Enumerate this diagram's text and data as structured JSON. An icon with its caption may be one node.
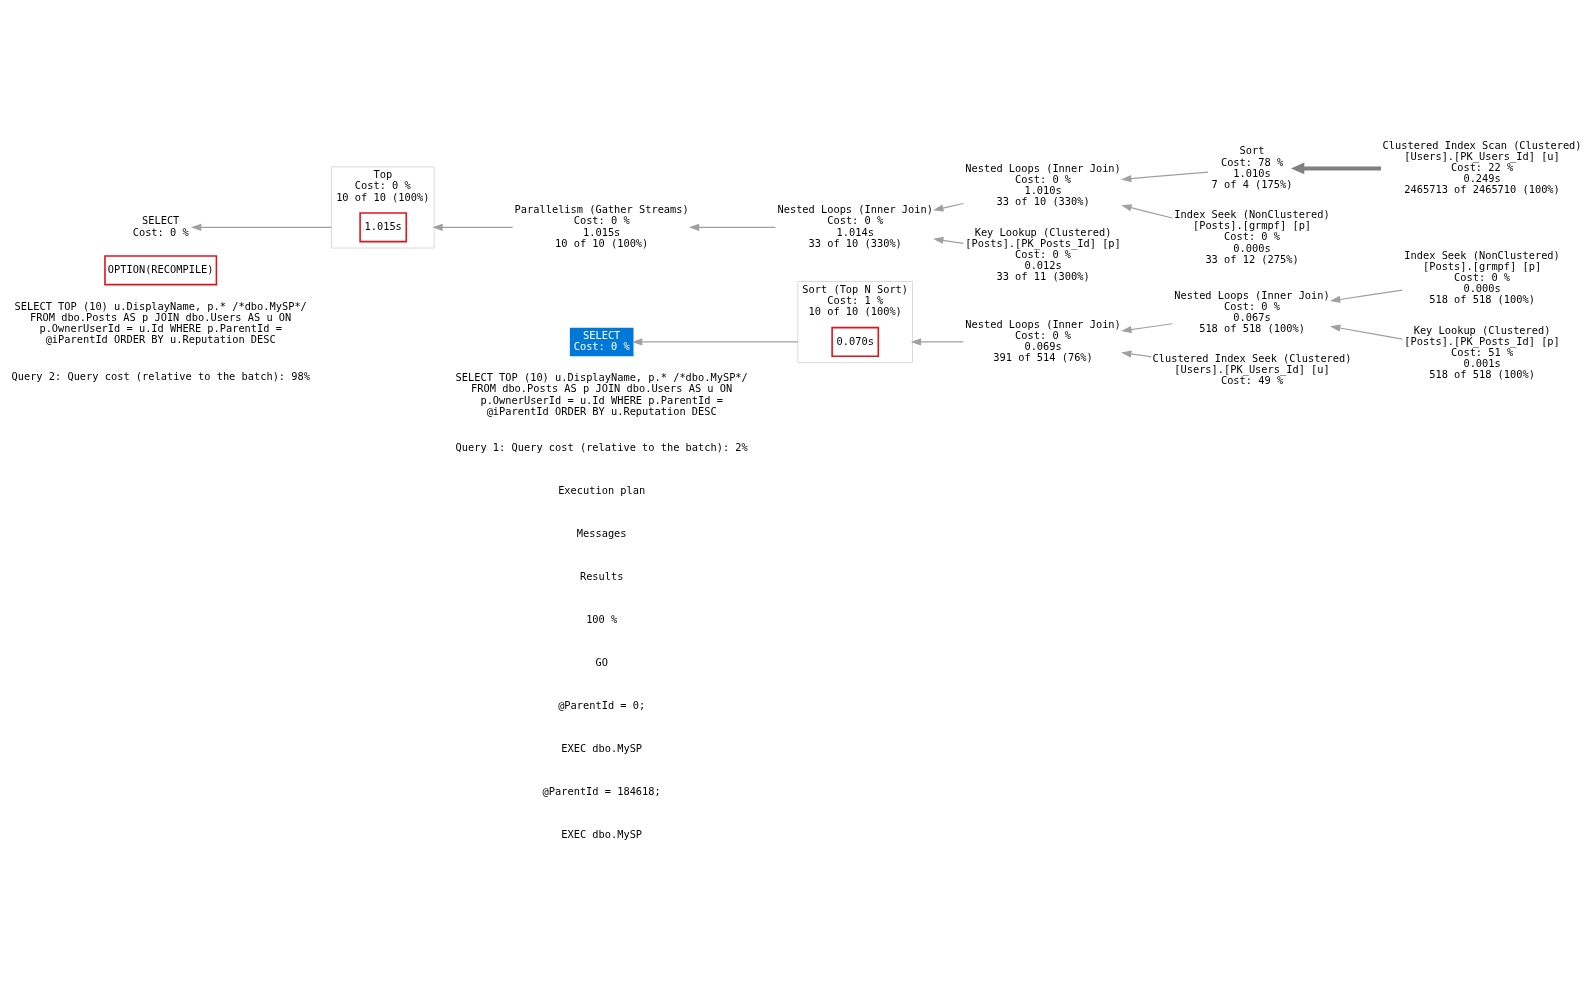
{
  "diagram": {
    "nodes": [
      {
        "text": [
          "SELECT",
          "Cost: 0 %"
        ]
      },
      {
        "text": [
          "Sort (Top N Sort)",
          "Cost: 1 %",
          "10 of 10 (100%)"
        ]
      },
      {
        "text": [
          "0.070s"
        ],
        "in": 1
      },
      {
        "text": [
          "Nested Loops (Inner Join)",
          "Cost: 0 %",
          "0.069s",
          "391 of 514 (76%)"
        ]
      },
      {
        "text": [
          "Nested Loops (Inner Join)",
          "Cost: 0 %",
          "0.067s",
          "518 of 518 (100%)"
        ]
      },
      {
        "text": [
          "Index Seek (NonClustered)",
          "[Posts].[grmpf] [p]",
          "Cost: 0 %",
          "0.000s",
          "518 of 518 (100%)"
        ]
      },
      {
        "text": [
          "Key Lookup (Clustered)",
          "[Posts].[PK_Posts_Id] [p]",
          "Cost: 51 %",
          "0.001s",
          "518 of 518 (100%)"
        ]
      },
      {
        "text": [
          "Clustered Index Seek (Clustered)",
          "[Users].[PK_Users_Id] [u]",
          "Cost: 49 %"
        ]
      },
      {
        "text": [
          "OPTION(RECOMPILE)"
        ]
      },
      {
        "text": [
          "SELECT",
          "Cost: 0 %"
        ]
      },
      {
        "text": [
          "Top",
          "Cost: 0 %",
          "10 of 10 (100%)"
        ]
      },
      {
        "text": [
          "1.015s"
        ],
        "in": 10
      },
      {
        "text": [
          "Parallelism (Gather Streams)",
          "Cost: 0 %",
          "1.015s",
          "10 of 10 (100%)"
        ]
      },
      {
        "text": [
          "Nested Loops (Inner Join)",
          "Cost: 0 %",
          "1.014s",
          "33 of 10 (330%)"
        ]
      },
      {
        "text": [
          "Nested Loops (Inner Join)",
          "Cost: 0 %",
          "1.010s",
          "33 of 10 (330%)"
        ]
      },
      {
        "text": [
          "Sort",
          "Cost: 78 %",
          "1.010s",
          "7 of 4 (175%)"
        ]
      },
      {
        "text": [
          "Clustered Index Scan (Clustered)",
          "[Users].[PK_Users_Id] [u]",
          "Cost: 22 %",
          "0.249s",
          "2465713 of 2465710 (100%)"
        ]
      },
      {
        "text": [
          "Index Seek (NonClustered)",
          "[Posts].[grmpf] [p]",
          "Cost: 0 %",
          "0.000s",
          "33 of 12 (275%)"
        ]
      },
      {
        "text": [
          "Key Lookup (Clustered)",
          "[Posts].[PK_Posts_Id] [p]",
          "Cost: 0 %",
          "0.012s",
          "33 of 11 (300%)"
        ]
      }
    ],
    "edges": [
      {
        "from": 1,
        "to": 0,
        "arrow": "to"
      },
      {
        "from": 3,
        "to": 1,
        "arrow": "to"
      },
      {
        "from": 4,
        "to": 3,
        "arrow": "to"
      },
      {
        "from": 7,
        "to": 3,
        "arrow": "to"
      },
      {
        "from": 5,
        "to": 4,
        "arrow": "to"
      },
      {
        "from": 6,
        "to": 4,
        "arrow": "to"
      },
      {
        "from": 10,
        "to": 9,
        "arrow": "to"
      },
      {
        "from": 12,
        "to": 10,
        "arrow": "to"
      },
      {
        "from": 13,
        "to": 12,
        "arrow": "to"
      },
      {
        "from": 14,
        "to": 13,
        "arrow": "to"
      },
      {
        "from": 18,
        "to": 13,
        "arrow": "to"
      },
      {
        "from": 15,
        "to": 14,
        "arrow": "to"
      },
      {
        "from": 17,
        "to": 14,
        "arrow": "to"
      },
      {
        "from": 16,
        "to": 15,
        "arrow": "to",
        "style": "thick"
      }
    ],
    "labels": [
      "EXEC dbo.MySP",
      "@ParentId = 184618;",
      "EXEC dbo.MySP",
      "@ParentId = 0;",
      "GO",
      "100 %",
      "Results",
      "Messages",
      "Execution plan",
      "Query 1: Query cost (relative to the batch): 2%",
      "SELECT TOP (10) u.DisplayName, p.* /*dbo.MySP*/ FROM dbo.Posts AS p JOIN dbo.Users AS u ON p.OwnerUserId = u.Id WHERE p.ParentId = @iParentId ORDER BY u.Reputation DESC",
      "Query 2: Query cost (relative to the batch): 98%",
      "SELECT TOP (10) u.DisplayName, p.* /*dbo.MySP*/ FROM dbo.Posts AS p JOIN dbo.Users AS u ON p.OwnerUserId = u.Id WHERE p.ParentId = @iParentId ORDER BY u.Reputation DESC"
    ]
  }
}
